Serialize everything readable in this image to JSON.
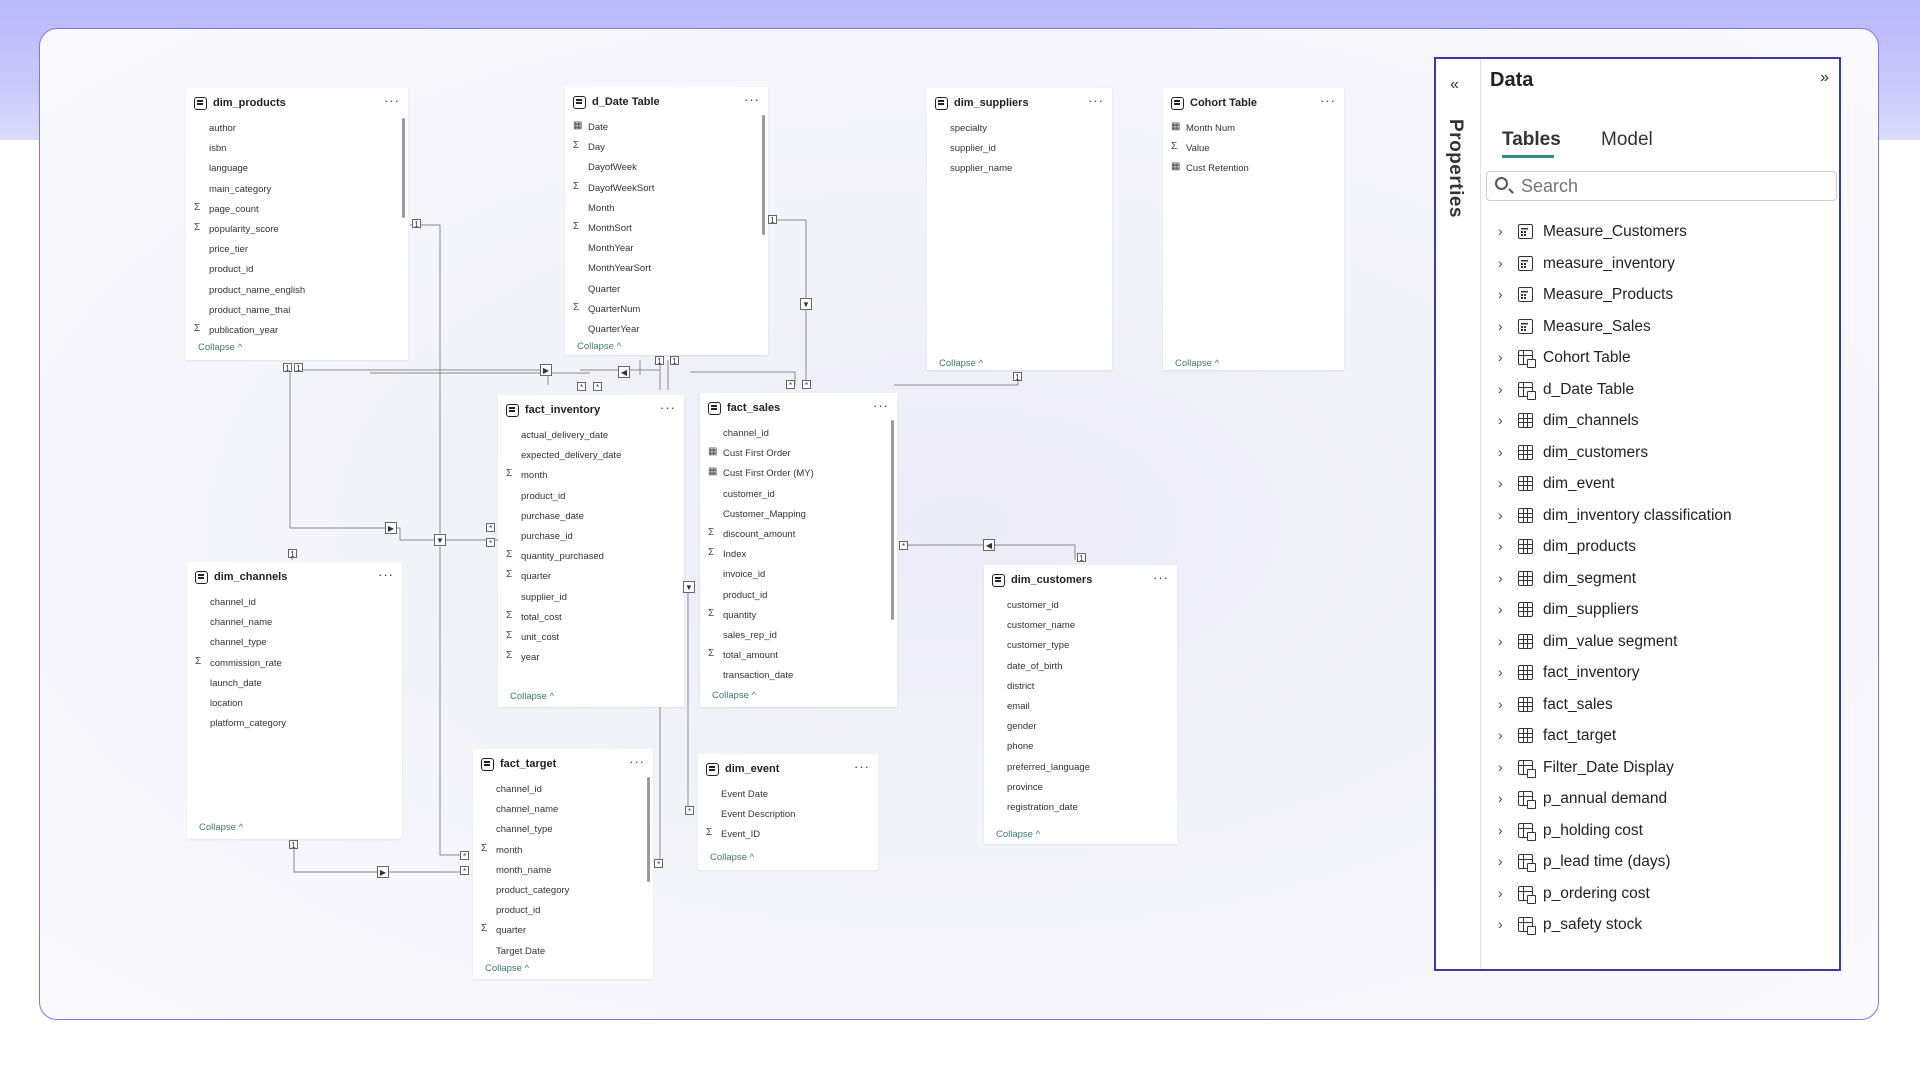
{
  "panel": {
    "vertical_tab": "Properties",
    "title": "Data",
    "tabs": [
      "Tables",
      "Model"
    ],
    "search_placeholder": "Search",
    "items": [
      {
        "label": "Measure_Customers",
        "icon": "calc"
      },
      {
        "label": "measure_inventory",
        "icon": "calc"
      },
      {
        "label": "Measure_Products",
        "icon": "calc"
      },
      {
        "label": "Measure_Sales",
        "icon": "calc"
      },
      {
        "label": "Cohort Table",
        "icon": "calctable"
      },
      {
        "label": "d_Date Table",
        "icon": "calctable"
      },
      {
        "label": "dim_channels",
        "icon": "grid"
      },
      {
        "label": "dim_customers",
        "icon": "grid"
      },
      {
        "label": "dim_event",
        "icon": "grid"
      },
      {
        "label": "dim_inventory classification",
        "icon": "grid"
      },
      {
        "label": "dim_products",
        "icon": "grid"
      },
      {
        "label": "dim_segment",
        "icon": "grid"
      },
      {
        "label": "dim_suppliers",
        "icon": "grid"
      },
      {
        "label": "dim_value segment",
        "icon": "grid"
      },
      {
        "label": "fact_inventory",
        "icon": "grid"
      },
      {
        "label": "fact_sales",
        "icon": "grid"
      },
      {
        "label": "fact_target",
        "icon": "grid"
      },
      {
        "label": "Filter_Date Display",
        "icon": "calctable"
      },
      {
        "label": "p_annual demand",
        "icon": "calctable"
      },
      {
        "label": "p_holding cost",
        "icon": "calctable"
      },
      {
        "label": "p_lead time (days)",
        "icon": "calctable"
      },
      {
        "label": "p_ordering cost",
        "icon": "calctable"
      },
      {
        "label": "p_safety stock",
        "icon": "calctable"
      }
    ]
  },
  "collapse_label": "Collapse ^",
  "more_label": "···",
  "tables": {
    "dim_products": {
      "name": "dim_products",
      "fields": [
        {
          "n": "author",
          "t": ""
        },
        {
          "n": "isbn",
          "t": ""
        },
        {
          "n": "language",
          "t": ""
        },
        {
          "n": "main_category",
          "t": ""
        },
        {
          "n": "page_count",
          "t": "Σ"
        },
        {
          "n": "popularity_score",
          "t": "Σ"
        },
        {
          "n": "price_tier",
          "t": ""
        },
        {
          "n": "product_id",
          "t": ""
        },
        {
          "n": "product_name_english",
          "t": ""
        },
        {
          "n": "product_name_thai",
          "t": ""
        },
        {
          "n": "publication_year",
          "t": "Σ"
        }
      ]
    },
    "d_date": {
      "name": "d_Date Table",
      "fields": [
        {
          "n": "Date",
          "t": "▦"
        },
        {
          "n": "Day",
          "t": "Σ"
        },
        {
          "n": "DayofWeek",
          "t": ""
        },
        {
          "n": "DayofWeekSort",
          "t": "Σ"
        },
        {
          "n": "Month",
          "t": ""
        },
        {
          "n": "MonthSort",
          "t": "Σ"
        },
        {
          "n": "MonthYear",
          "t": ""
        },
        {
          "n": "MonthYearSort",
          "t": ""
        },
        {
          "n": "Quarter",
          "t": ""
        },
        {
          "n": "QuarterNum",
          "t": "Σ"
        },
        {
          "n": "QuarterYear",
          "t": ""
        }
      ]
    },
    "dim_suppliers": {
      "name": "dim_suppliers",
      "fields": [
        {
          "n": "specialty",
          "t": ""
        },
        {
          "n": "supplier_id",
          "t": ""
        },
        {
          "n": "supplier_name",
          "t": ""
        }
      ]
    },
    "cohort": {
      "name": "Cohort Table",
      "fields": [
        {
          "n": "Month Num",
          "t": "▦"
        },
        {
          "n": "Value",
          "t": "Σ"
        },
        {
          "n": "Cust Retention",
          "t": "▦"
        }
      ]
    },
    "fact_inventory": {
      "name": "fact_inventory",
      "fields": [
        {
          "n": "actual_delivery_date",
          "t": ""
        },
        {
          "n": "expected_delivery_date",
          "t": ""
        },
        {
          "n": "month",
          "t": "Σ"
        },
        {
          "n": "product_id",
          "t": ""
        },
        {
          "n": "purchase_date",
          "t": ""
        },
        {
          "n": "purchase_id",
          "t": ""
        },
        {
          "n": "quantity_purchased",
          "t": "Σ"
        },
        {
          "n": "quarter",
          "t": "Σ"
        },
        {
          "n": "supplier_id",
          "t": ""
        },
        {
          "n": "total_cost",
          "t": "Σ"
        },
        {
          "n": "unit_cost",
          "t": "Σ"
        },
        {
          "n": "year",
          "t": "Σ"
        }
      ]
    },
    "fact_sales": {
      "name": "fact_sales",
      "fields": [
        {
          "n": "channel_id",
          "t": ""
        },
        {
          "n": "Cust First Order",
          "t": "▦"
        },
        {
          "n": "Cust First Order (MY)",
          "t": "▦"
        },
        {
          "n": "customer_id",
          "t": ""
        },
        {
          "n": "Customer_Mapping",
          "t": ""
        },
        {
          "n": "discount_amount",
          "t": "Σ"
        },
        {
          "n": "Index",
          "t": "Σ"
        },
        {
          "n": "invoice_id",
          "t": ""
        },
        {
          "n": "product_id",
          "t": ""
        },
        {
          "n": "quantity",
          "t": "Σ"
        },
        {
          "n": "sales_rep_id",
          "t": ""
        },
        {
          "n": "total_amount",
          "t": "Σ"
        },
        {
          "n": "transaction_date",
          "t": ""
        }
      ]
    },
    "dim_channels": {
      "name": "dim_channels",
      "fields": [
        {
          "n": "channel_id",
          "t": ""
        },
        {
          "n": "channel_name",
          "t": ""
        },
        {
          "n": "channel_type",
          "t": ""
        },
        {
          "n": "commission_rate",
          "t": "Σ"
        },
        {
          "n": "launch_date",
          "t": ""
        },
        {
          "n": "location",
          "t": ""
        },
        {
          "n": "platform_category",
          "t": ""
        }
      ]
    },
    "dim_customers": {
      "name": "dim_customers",
      "fields": [
        {
          "n": "customer_id",
          "t": ""
        },
        {
          "n": "customer_name",
          "t": ""
        },
        {
          "n": "customer_type",
          "t": ""
        },
        {
          "n": "date_of_birth",
          "t": ""
        },
        {
          "n": "district",
          "t": ""
        },
        {
          "n": "email",
          "t": ""
        },
        {
          "n": "gender",
          "t": ""
        },
        {
          "n": "phone",
          "t": ""
        },
        {
          "n": "preferred_language",
          "t": ""
        },
        {
          "n": "province",
          "t": ""
        },
        {
          "n": "registration_date",
          "t": ""
        }
      ]
    },
    "fact_target": {
      "name": "fact_target",
      "fields": [
        {
          "n": "channel_id",
          "t": ""
        },
        {
          "n": "channel_name",
          "t": ""
        },
        {
          "n": "channel_type",
          "t": ""
        },
        {
          "n": "month",
          "t": "Σ"
        },
        {
          "n": "month_name",
          "t": ""
        },
        {
          "n": "product_category",
          "t": ""
        },
        {
          "n": "product_id",
          "t": ""
        },
        {
          "n": "quarter",
          "t": "Σ"
        },
        {
          "n": "Target Date",
          "t": ""
        }
      ]
    },
    "dim_event": {
      "name": "dim_event",
      "fields": [
        {
          "n": "Event Date",
          "t": ""
        },
        {
          "n": "Event Description",
          "t": ""
        },
        {
          "n": "Event_ID",
          "t": "Σ"
        }
      ]
    }
  },
  "markers": {
    "one": "1",
    "many": "*"
  }
}
